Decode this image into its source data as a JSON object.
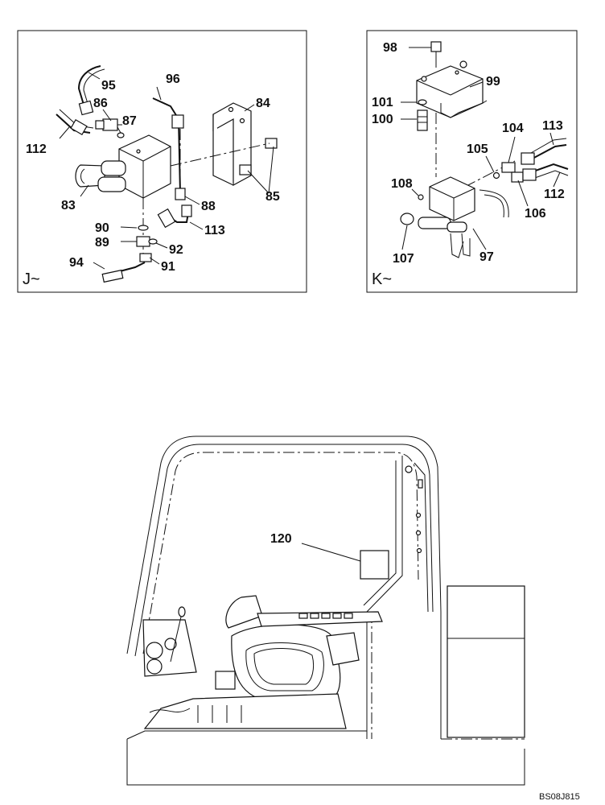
{
  "panels": {
    "left": {
      "tag": "J~"
    },
    "right": {
      "tag": "K~"
    }
  },
  "labels": {
    "l95": "95",
    "l96": "96",
    "l86": "86",
    "l84": "84",
    "l87": "87",
    "l112a": "112",
    "l83": "83",
    "l88": "88",
    "l85": "85",
    "l90": "90",
    "l113a": "113",
    "l89": "89",
    "l92": "92",
    "l94": "94",
    "l91": "91",
    "l98": "98",
    "l99": "99",
    "l101": "101",
    "l100": "100",
    "l104": "104",
    "l113b": "113",
    "l105": "105",
    "l108": "108",
    "l112b": "112",
    "l106": "106",
    "l107": "107",
    "l97": "97",
    "l120": "120"
  },
  "reference_code": "BS08J815"
}
